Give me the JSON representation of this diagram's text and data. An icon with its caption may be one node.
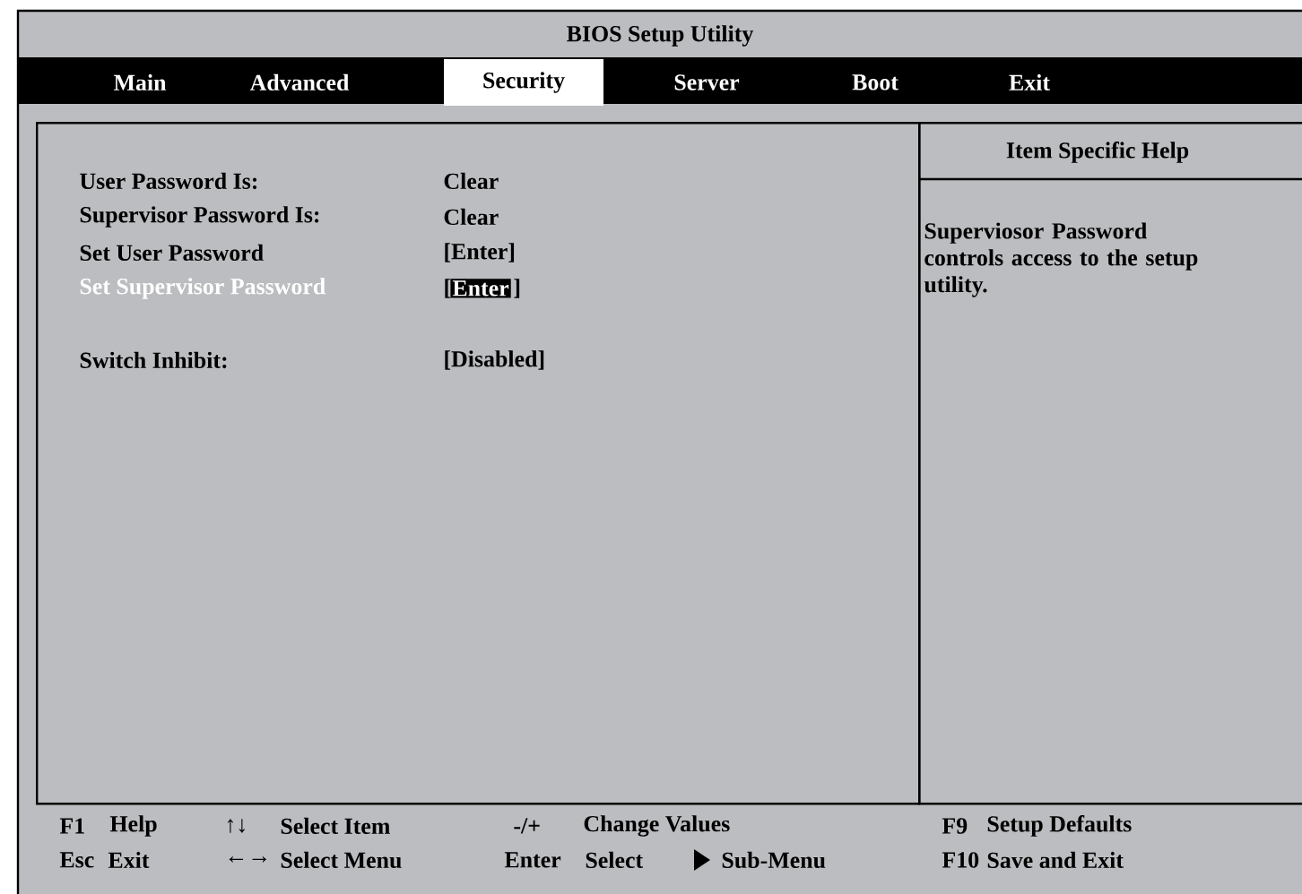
{
  "diagram": {
    "title": "BIOS Setup Utility",
    "nodes": [
      {
        "text": [],
        "shape": "box"
      },
      {
        "text": [
          "Item Specific Help",
          "Superviosor Password controls access to the setup utility."
        ]
      }
    ],
    "labels": [
      "Main",
      "Advanced",
      "Security",
      "Server",
      "Boot",
      "Exit",
      "User Password Is:",
      "Clear",
      "Supervisor Password Is:",
      "Clear",
      "Set User Password",
      "[Enter]",
      "Set Supervisor Password",
      "[",
      "Enter",
      "]",
      "Switch Inhibit:",
      "[Disabled]",
      "F1",
      "Help",
      "↑↓",
      "Select Item",
      "-/+",
      "Change Values",
      "F9",
      "Setup Defaults",
      "Esc",
      "Exit",
      "←→",
      "Select Menu",
      "Enter",
      "Select",
      "Sub-Menu",
      "F10",
      "Save and Exit"
    ]
  }
}
